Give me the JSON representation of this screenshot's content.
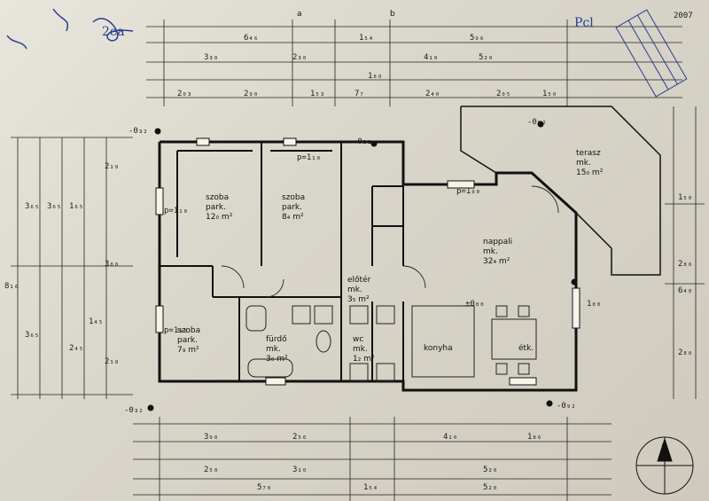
{
  "rooms": [
    {
      "id": "szoba1",
      "name": "szoba",
      "floor": "park.",
      "area": "12₀ m²",
      "door": "p=1₁₀"
    },
    {
      "id": "szoba2",
      "name": "szoba",
      "floor": "park.",
      "area": "8₄ m²",
      "door": "p=1₁₀"
    },
    {
      "id": "szoba3",
      "name": "szoba",
      "floor": "park.",
      "area": "7₉ m²",
      "door": "p=1₉₀"
    },
    {
      "id": "nappali",
      "name": "nappali",
      "floor": "mk.",
      "area": "32₄ m²",
      "door": "p=1₉₀"
    },
    {
      "id": "terasz",
      "name": "terasz",
      "floor": "mk.",
      "area": "15₀ m²"
    },
    {
      "id": "eloter",
      "name": "előtér",
      "floor": "mk.",
      "area": "3₅ m²"
    },
    {
      "id": "furdo",
      "name": "fürdő",
      "floor": "mk.",
      "area": "3₆ m²"
    },
    {
      "id": "wc",
      "name": "wc",
      "floor": "mk.",
      "area": "1₂ m²"
    },
    {
      "id": "konyha",
      "name": "konyha"
    },
    {
      "id": "etk",
      "name": "étk."
    }
  ],
  "section_marks": [
    "a",
    "b"
  ],
  "levels": [
    "-0₃₂",
    "-0₃₂",
    "-0₉₂",
    "-0₃₂",
    "-0₉₂",
    "±0₀₀"
  ],
  "dims_top": [
    "6₄₆",
    "1₅₄",
    "5₉₆",
    "3₃₀",
    "2₃₀",
    "4₁₀",
    "1₈₀",
    "5₂₀",
    "2₀₃",
    "2₉₀",
    "1₅₃",
    "7₇",
    "2₀₅",
    "1₅₀",
    "2₄₀"
  ],
  "dims_bottom": [
    "3₉₀",
    "2₅₆",
    "4₁₀",
    "1₈₆",
    "2₅₀",
    "3₁₀",
    "5₂₀",
    "5₇₀",
    "1₅₄",
    "5₂₀"
  ],
  "dims_left": [
    "8₁₆",
    "3₆₅",
    "3₆₅",
    "3₈₀",
    "2₁₈",
    "2₁₈",
    "1₆₅",
    "2₄₅",
    "1₄₅",
    "3₆₅"
  ],
  "dims_right": [
    "6₄₀",
    "2₈₆",
    "1₅₀",
    "2₈₀",
    "1₈₀"
  ],
  "notes": {
    "north": "N",
    "ink_top_left": "2ea",
    "ink_top_right": "Pcl",
    "stamp_right": "2007"
  }
}
